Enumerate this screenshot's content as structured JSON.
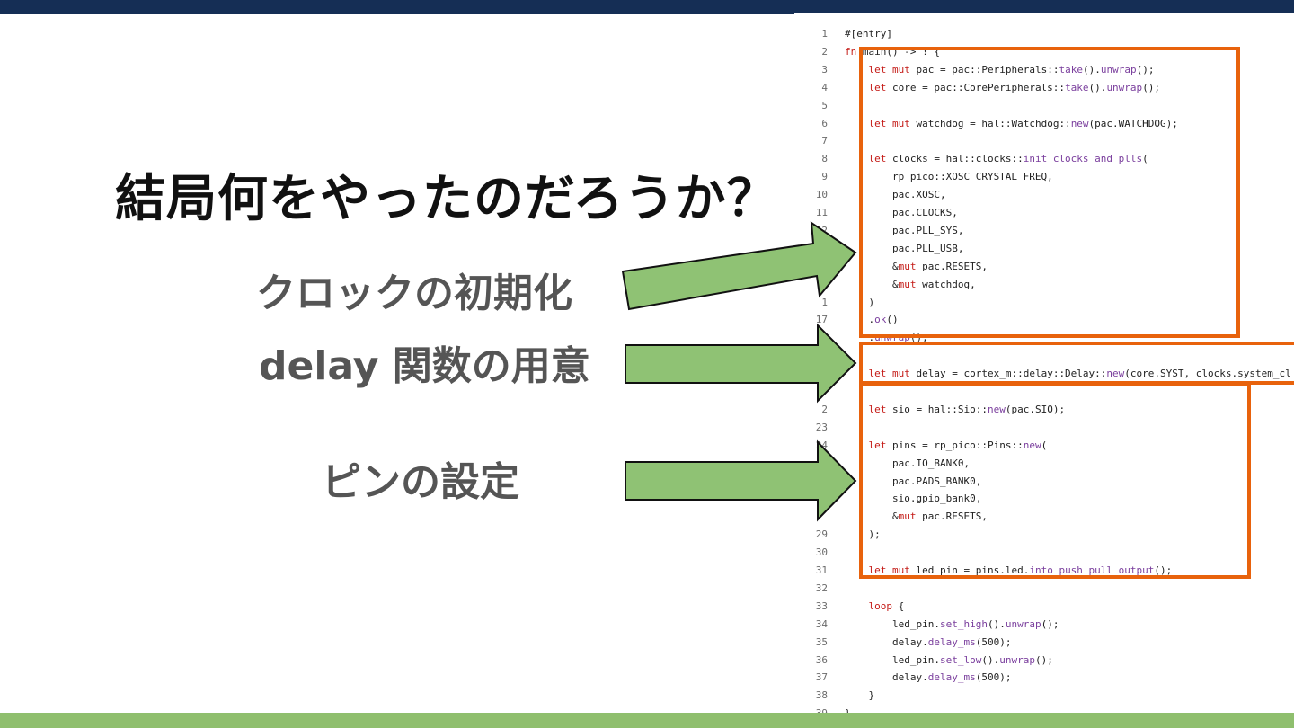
{
  "slide": {
    "title": "結局何をやったのだろうか？",
    "labels": {
      "clock": "クロックの初期化",
      "delay": "delay 関数の用意",
      "pin": "ピンの設定"
    }
  },
  "colors": {
    "top_bar": "#152e55",
    "bottom_bar": "#8fbf6e",
    "arrow_fill": "#8fc274",
    "highlight_border": "#e8620c"
  },
  "code": {
    "lines": [
      {
        "n": "1",
        "text": "#[entry]"
      },
      {
        "n": "2",
        "text": "fn main() -> ! {"
      },
      {
        "n": "3",
        "text": "    let mut pac = pac::Peripherals::take().unwrap();"
      },
      {
        "n": "4",
        "text": "    let core = pac::CorePeripherals::take().unwrap();"
      },
      {
        "n": "5",
        "text": ""
      },
      {
        "n": "6",
        "text": "    let mut watchdog = hal::Watchdog::new(pac.WATCHDOG);"
      },
      {
        "n": "7",
        "text": ""
      },
      {
        "n": "8",
        "text": "    let clocks = hal::clocks::init_clocks_and_plls("
      },
      {
        "n": "9",
        "text": "        rp_pico::XOSC_CRYSTAL_FREQ,"
      },
      {
        "n": "10",
        "text": "        pac.XOSC,"
      },
      {
        "n": "11",
        "text": "        pac.CLOCKS,"
      },
      {
        "n": "12",
        "text": "        pac.PLL_SYS,"
      },
      {
        "n": "",
        "text": "        pac.PLL_USB,"
      },
      {
        "n": "",
        "text": "        &mut pac.RESETS,"
      },
      {
        "n": "",
        "text": "        &mut watchdog,"
      },
      {
        "n": "1",
        "text": "    )"
      },
      {
        "n": "17",
        "text": "    .ok()"
      },
      {
        "n": "18",
        "text": "    .unwrap();"
      },
      {
        "n": "",
        "text": ""
      },
      {
        "n": "",
        "text": "    let mut delay = cortex_m::delay::Delay::new(core.SYST, clocks.system_cl"
      },
      {
        "n": "",
        "text": ""
      },
      {
        "n": "2",
        "text": "    let sio = hal::Sio::new(pac.SIO);"
      },
      {
        "n": "23",
        "text": ""
      },
      {
        "n": "24",
        "text": "    let pins = rp_pico::Pins::new("
      },
      {
        "n": "",
        "text": "        pac.IO_BANK0,"
      },
      {
        "n": "",
        "text": "        pac.PADS_BANK0,"
      },
      {
        "n": "",
        "text": "        sio.gpio_bank0,"
      },
      {
        "n": "",
        "text": "        &mut pac.RESETS,"
      },
      {
        "n": "29",
        "text": "    );"
      },
      {
        "n": "30",
        "text": ""
      },
      {
        "n": "31",
        "text": "    let mut led_pin = pins.led.into_push_pull_output();"
      },
      {
        "n": "32",
        "text": ""
      },
      {
        "n": "33",
        "text": "    loop {"
      },
      {
        "n": "34",
        "text": "        led_pin.set_high().unwrap();"
      },
      {
        "n": "35",
        "text": "        delay.delay_ms(500);"
      },
      {
        "n": "36",
        "text": "        led_pin.set_low().unwrap();"
      },
      {
        "n": "37",
        "text": "        delay.delay_ms(500);"
      },
      {
        "n": "38",
        "text": "    }"
      },
      {
        "n": "39",
        "text": "}"
      }
    ]
  }
}
